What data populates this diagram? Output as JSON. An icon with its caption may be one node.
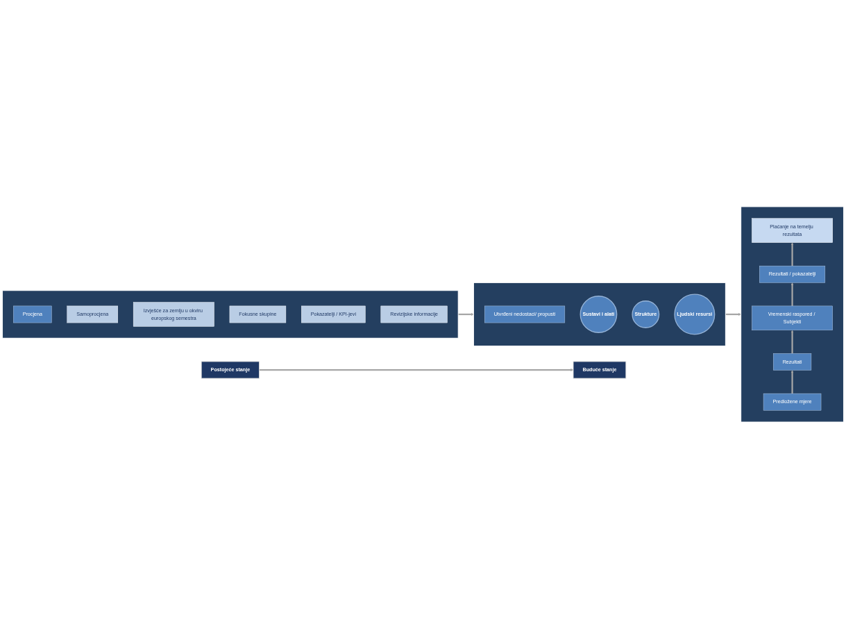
{
  "diagram": {
    "nodes": [
      {
        "text": [
          "Postojeće stanje"
        ]
      },
      {
        "text": [
          "Buduće stanje"
        ]
      },
      {
        "text": [],
        "shape": "box"
      },
      {
        "text": [
          "Procjena"
        ],
        "in": 2
      },
      {
        "text": [
          "Samoprocjena"
        ],
        "in": 2
      },
      {
        "text": [
          "Izvješće za zemlju u okviru europskog semestra"
        ],
        "in": 2
      },
      {
        "text": [
          "Fokusne skupine"
        ],
        "in": 2
      },
      {
        "text": [
          "Pokazatelji / KPI-jevi"
        ],
        "in": 2
      },
      {
        "text": [
          "Revizijske informacije"
        ],
        "in": 2
      },
      {
        "text": [],
        "shape": "box"
      },
      {
        "text": [
          "Utvrđeni nedostaci/ propusti"
        ],
        "in": 9
      },
      {
        "text": [
          "Sustavi i alati"
        ],
        "in": 9
      },
      {
        "text": [
          "Strukture"
        ],
        "in": 9
      },
      {
        "text": [
          "Ljudski resursi"
        ],
        "in": 9
      },
      {
        "text": [],
        "shape": "box"
      },
      {
        "text": [
          "Plaćanje na temelju rezultata"
        ],
        "in": 14
      },
      {
        "text": [
          "Rezultati / pokazatelji"
        ],
        "in": 14
      },
      {
        "text": [
          "Vremenski raspored / Subjekti"
        ],
        "in": 14
      },
      {
        "text": [
          "Rezultati"
        ],
        "in": 14
      },
      {
        "text": [
          "Predložene mjere"
        ],
        "in": 14
      }
    ],
    "edges": [
      {
        "from": 0,
        "to": 1,
        "arrow": "to"
      },
      {
        "from": 2,
        "to": 9,
        "arrow": "to"
      },
      {
        "from": 9,
        "to": 14,
        "arrow": "to"
      },
      {
        "from": 19,
        "to": 18,
        "arrow": "to"
      },
      {
        "from": 18,
        "to": 17,
        "arrow": "to"
      },
      {
        "from": 17,
        "to": 16,
        "arrow": "to"
      },
      {
        "from": 16,
        "to": 15,
        "arrow": "to"
      }
    ]
  }
}
